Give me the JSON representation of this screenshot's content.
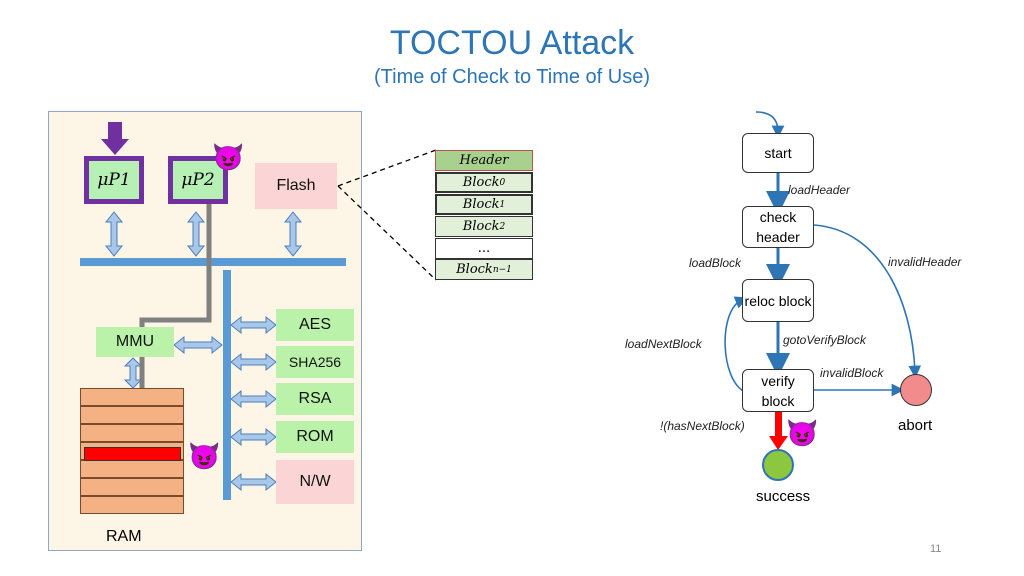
{
  "title": "TOCTOU Attack",
  "subtitle": "(Time of Check to Time of Use)",
  "hardware": {
    "processor1": "μP1",
    "processor2": "μP2",
    "flash": "Flash",
    "mmu": "MMU",
    "ram": "RAM",
    "peripherals": [
      "AES",
      "SHA256",
      "RSA",
      "ROM",
      "N/W"
    ]
  },
  "flash_layout": {
    "header": "Header",
    "blocks": [
      {
        "base": "Block",
        "sub": "0"
      },
      {
        "base": "Block",
        "sub": "1"
      },
      {
        "base": "Block",
        "sub": "2"
      }
    ],
    "ellipsis": "...",
    "last_block": {
      "base": "Block",
      "sub": "n−1"
    }
  },
  "state_machine": {
    "states": {
      "start": "start",
      "check_header": "check header",
      "reloc_block": "reloc block",
      "verify_block": "verify block",
      "abort": "abort",
      "success": "success"
    },
    "transitions": {
      "load_header": "loadHeader",
      "load_block": "loadBlock",
      "invalid_header": "invalidHeader",
      "goto_verify_block": "gotoVerifyBlock",
      "load_next_block": "loadNextBlock",
      "invalid_block": "invalidBlock",
      "no_next_block": "!(hasNextBlock)"
    }
  },
  "icons": [
    "down-arrow-icon",
    "devil-emoji-icon"
  ],
  "colors": {
    "title": "#2e75b6",
    "processor_border": "#7030a0",
    "bus": "#5b9bd5",
    "attack_path": "#808080",
    "malicious_ram": "#ff0000",
    "abort_state": "#f28b8b",
    "success_state": "#8dc63f",
    "attack_transition": "#ff0000"
  },
  "page_number": "11"
}
